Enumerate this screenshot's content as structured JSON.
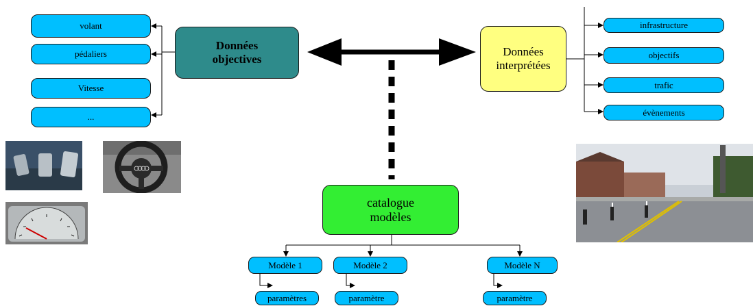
{
  "left_items": [
    "volant",
    "pédaliers",
    "Vitesse",
    "..."
  ],
  "objective_box": {
    "line1": "Données",
    "line2": "objectives",
    "color": "#2e8b8b"
  },
  "interpreted_box": {
    "line1": "Données",
    "line2": "interprétées",
    "color": "#ffff80"
  },
  "right_items": [
    "infrastructure",
    "objectifs",
    "trafic",
    "évènements"
  ],
  "catalogue_box": {
    "line1": "catalogue",
    "line2": "modèles",
    "color": "#33ee33"
  },
  "models": [
    {
      "name": "Modèle 1",
      "param": "paramètres"
    },
    {
      "name": "Modèle 2",
      "param": "paramètre"
    },
    {
      "name": "Modèle N",
      "param": "paramètre"
    }
  ],
  "colors": {
    "pill": "#00bfff",
    "arrow": "#000000"
  }
}
